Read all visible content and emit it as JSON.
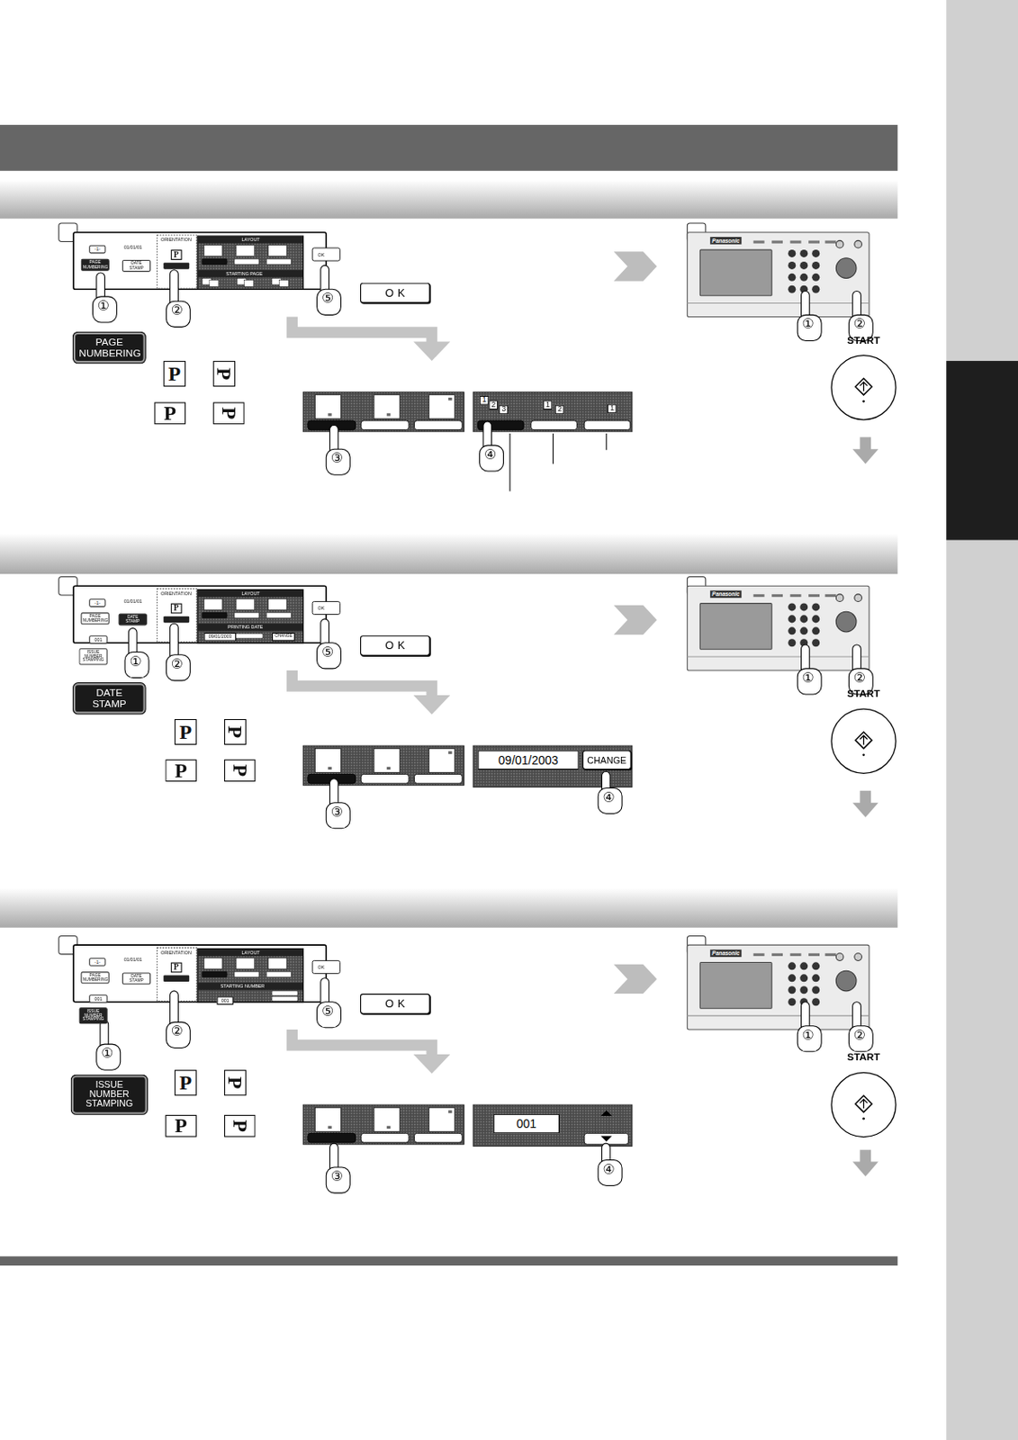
{
  "diagram": {
    "nodes": [
      {
        "text": [
          "PAGE NUMBERING"
        ]
      },
      {
        "text": [
          "OK"
        ]
      },
      {
        "text": [
          "START"
        ]
      },
      {
        "text": [
          "DATE STAMP"
        ]
      },
      {
        "text": [
          "OK"
        ]
      },
      {
        "text": [
          "09/01/2003"
        ]
      },
      {
        "text": [
          "CHANGE"
        ]
      },
      {
        "text": [
          "START"
        ]
      },
      {
        "text": [
          "ISSUE NUMBER STAMPING"
        ]
      },
      {
        "text": [
          "OK"
        ]
      },
      {
        "text": [
          "001"
        ]
      },
      {
        "text": [
          "START"
        ]
      }
    ],
    "labels": [
      "-1-",
      "01/01/01",
      "PAGE NUMBERING",
      "DATE STAMP",
      "ORIENTATION",
      "P",
      "LAYOUT",
      "STARTING PAGE",
      "OK",
      "①",
      "②",
      "⑤",
      "P",
      "P",
      "P",
      "P",
      "③",
      "1",
      "2",
      "3",
      "1",
      "2",
      "1",
      "④",
      "Panasonic",
      "①",
      "②",
      "-1-",
      "01/01/01",
      "PAGE NUMBERING",
      "DATE STAMP",
      "001",
      "ISSUE NUMBER STAMPING",
      "ORIENTATION",
      "P",
      "LAYOUT",
      "PRINTING DATE",
      "09/01/2003",
      "CHANGE",
      "OK",
      "①",
      "②",
      "⑤",
      "P",
      "P",
      "P",
      "P",
      "③",
      "④",
      "Panasonic",
      "①",
      "②",
      "-1-",
      "01/01/01",
      "PAGE NUMBERING",
      "DATE STAMP",
      "001",
      "ISSUE NUMBER STAMPING",
      "ORIENTATION",
      "P",
      "LAYOUT",
      "STARTING NUMBER",
      "001",
      "OK",
      "①",
      "②",
      "⑤",
      "P",
      "P",
      "P",
      "P",
      "③",
      "④",
      "Panasonic",
      "①",
      "②"
    ]
  }
}
